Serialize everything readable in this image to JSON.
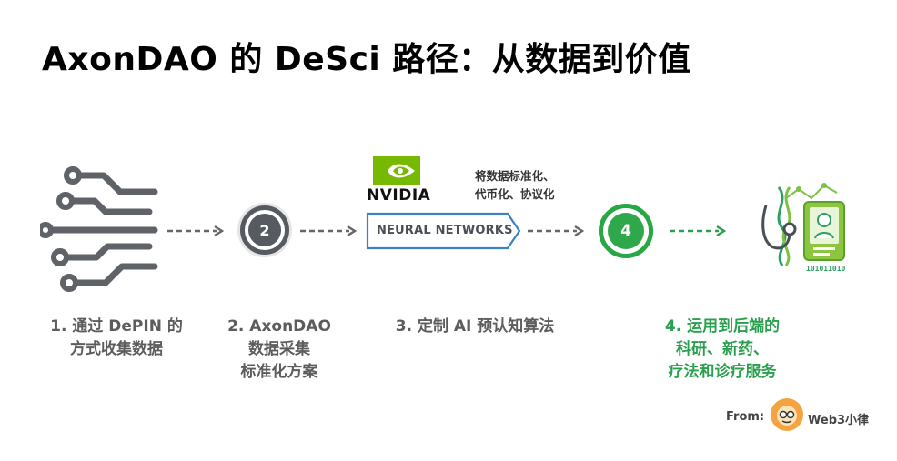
{
  "title": "AxonDAO 的 DeSci 路径：从数据到价值",
  "colors": {
    "gray": "#555b61",
    "green": "#2aa04e",
    "icon_gray": "#5f6368",
    "nvidia_green": "#76b900"
  },
  "steps": [
    {
      "marker": "",
      "icon": "circuit-lines-icon",
      "lines": [
        "1. 通过 DePIN 的",
        "方式收集数据"
      ]
    },
    {
      "marker": "2",
      "lines": [
        "2. AxonDAO",
        "数据采集",
        "标准化方案"
      ]
    },
    {
      "marker": "",
      "icon": "nvidia-logo-icon",
      "logo_text": "NVIDIA",
      "box_text": "NEURAL NETWORKS",
      "note": [
        "将数据标准化、",
        "代币化、协议化"
      ],
      "lines": [
        "3. 定制 AI 预认知算法"
      ]
    },
    {
      "marker": "4",
      "lines": [
        "4. 运用到后端的",
        "科研、新药、",
        "疗法和诊疗服务"
      ]
    },
    {
      "marker": "",
      "icon": "medical-research-icon",
      "binary_text": "101011010"
    }
  ],
  "footer": {
    "from_label": "From:",
    "author": "Web3小律"
  }
}
